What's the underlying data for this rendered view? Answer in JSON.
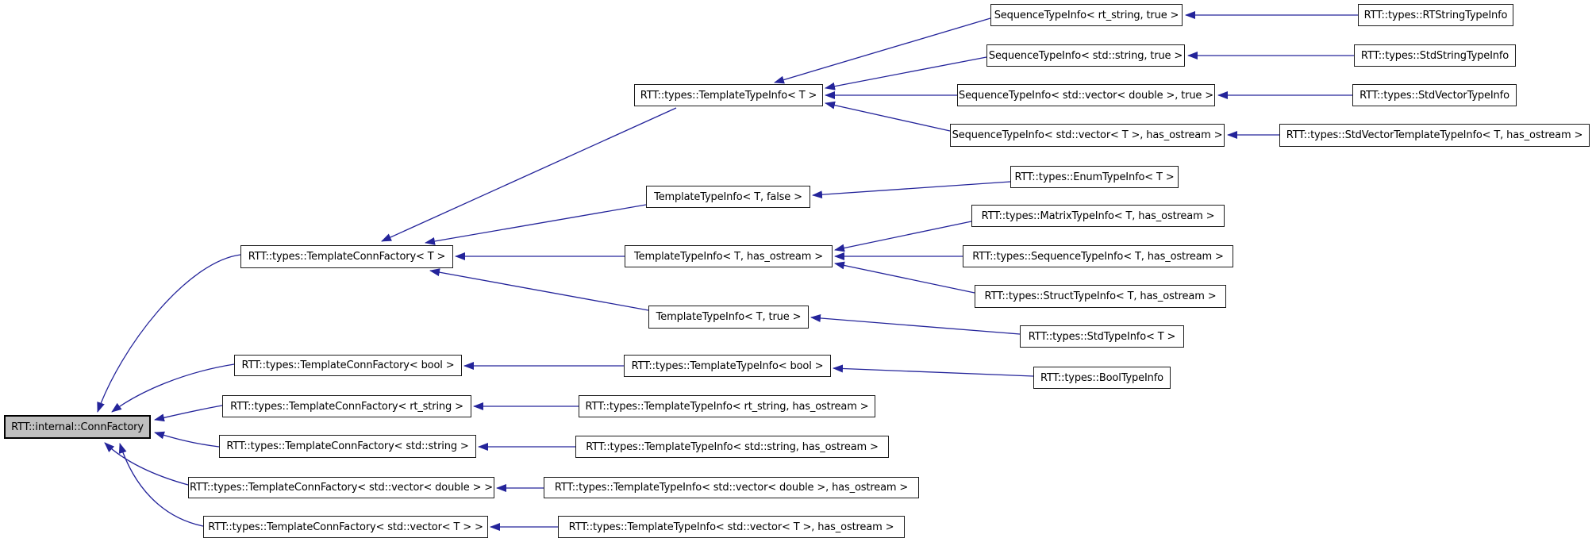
{
  "colors": {
    "edge-color": "#24249a",
    "node-border": "#1c1c1c",
    "node-bg": "#ffffff",
    "selected-node-bg": "#bfbfbf",
    "text-color": "#000000",
    "page-bg": "#ffffff"
  },
  "nodes": [
    {
      "label": "RTT::internal::ConnFactory",
      "selected": true
    },
    {
      "label": "RTT::types::TemplateConnFactory< T >"
    },
    {
      "label": "RTT::types::TemplateConnFactory< bool >"
    },
    {
      "label": "RTT::types::TemplateConnFactory< rt_string >"
    },
    {
      "label": "RTT::types::TemplateConnFactory< std::string >"
    },
    {
      "label": "RTT::types::TemplateConnFactory< std::vector< double > >"
    },
    {
      "label": "RTT::types::TemplateConnFactory< std::vector< T > >"
    },
    {
      "label": "RTT::types::TemplateTypeInfo< T >"
    },
    {
      "label": "TemplateTypeInfo< T, false >"
    },
    {
      "label": "TemplateTypeInfo< T, has_ostream >"
    },
    {
      "label": "TemplateTypeInfo< T, true >"
    },
    {
      "label": "RTT::types::TemplateTypeInfo< bool >"
    },
    {
      "label": "RTT::types::TemplateTypeInfo< rt_string, has_ostream >"
    },
    {
      "label": "RTT::types::TemplateTypeInfo< std::string, has_ostream >"
    },
    {
      "label": "RTT::types::TemplateTypeInfo< std::vector< double >, has_ostream >"
    },
    {
      "label": "RTT::types::TemplateTypeInfo< std::vector< T >, has_ostream >"
    },
    {
      "label": "SequenceTypeInfo< rt_string, true >"
    },
    {
      "label": "SequenceTypeInfo< std::string, true >"
    },
    {
      "label": "SequenceTypeInfo< std::vector< double >, true >"
    },
    {
      "label": "SequenceTypeInfo< std::vector< T >, has_ostream >"
    },
    {
      "label": "RTT::types::RTStringTypeInfo"
    },
    {
      "label": "RTT::types::StdStringTypeInfo"
    },
    {
      "label": "RTT::types::StdVectorTypeInfo"
    },
    {
      "label": "RTT::types::StdVectorTemplateTypeInfo< T, has_ostream >"
    },
    {
      "label": "RTT::types::EnumTypeInfo< T >"
    },
    {
      "label": "RTT::types::MatrixTypeInfo< T, has_ostream >"
    },
    {
      "label": "RTT::types::SequenceTypeInfo< T, has_ostream >"
    },
    {
      "label": "RTT::types::StructTypeInfo< T, has_ostream >"
    },
    {
      "label": "RTT::types::StdTypeInfo< T >"
    },
    {
      "label": "RTT::types::BoolTypeInfo"
    }
  ]
}
